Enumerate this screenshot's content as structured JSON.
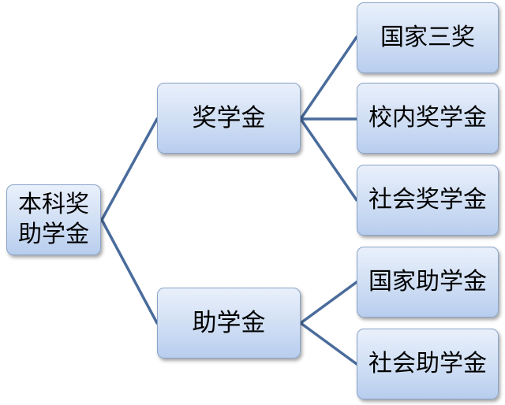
{
  "root": {
    "label": "本科奖助学金"
  },
  "branches": [
    {
      "label": "奖学金",
      "children": [
        "国家三奖",
        "校内奖学金",
        "社会奖学金"
      ]
    },
    {
      "label": "助学金",
      "children": [
        "国家助学金",
        "社会助学金"
      ]
    }
  ],
  "colors": {
    "connector": "#4a6c9c",
    "node_fill_top": "#e9f0fb",
    "node_fill_bottom": "#b8cdee",
    "node_border": "#8aa4c8"
  }
}
